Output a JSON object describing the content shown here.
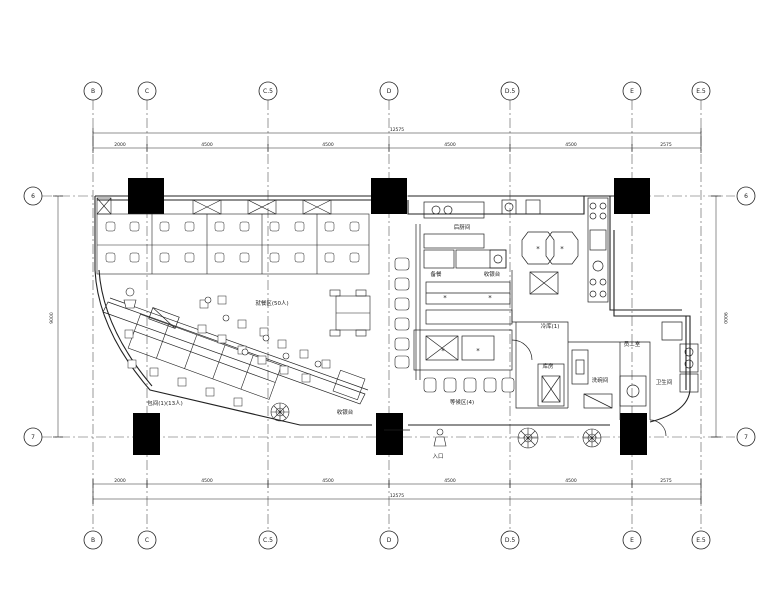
{
  "grid_axes": {
    "vertical": [
      "B",
      "C",
      "C.5",
      "D",
      "D.5",
      "E",
      "E.5"
    ],
    "horizontal": [
      "6",
      "7"
    ]
  },
  "dimensions": {
    "total_width": "12575",
    "top_segments": [
      "2000",
      "4500",
      "4500",
      "4500",
      "4500",
      "2575"
    ],
    "bottom_segments": [
      "2000",
      "4500",
      "4500",
      "4500",
      "4500",
      "2575"
    ],
    "left_depth": "9000",
    "right_depth": "9000"
  },
  "room_labels": {
    "dining_area": "就餐区(50人)",
    "kitchen": "后厨间",
    "prep": "备餐",
    "counter": "收银台",
    "cashier": "收银台",
    "private_dining": "包间(1)(13人)",
    "entrance_seating": "等候区(4)",
    "fridge_room": "冷库(1)",
    "washroom": "洗碗间",
    "storage": "库房",
    "staff_room": "员工室",
    "toilet": "卫生间",
    "entrance": "入口"
  },
  "colors": {
    "line": "#222222",
    "column": "#000000",
    "grid_dash": "#555555"
  }
}
